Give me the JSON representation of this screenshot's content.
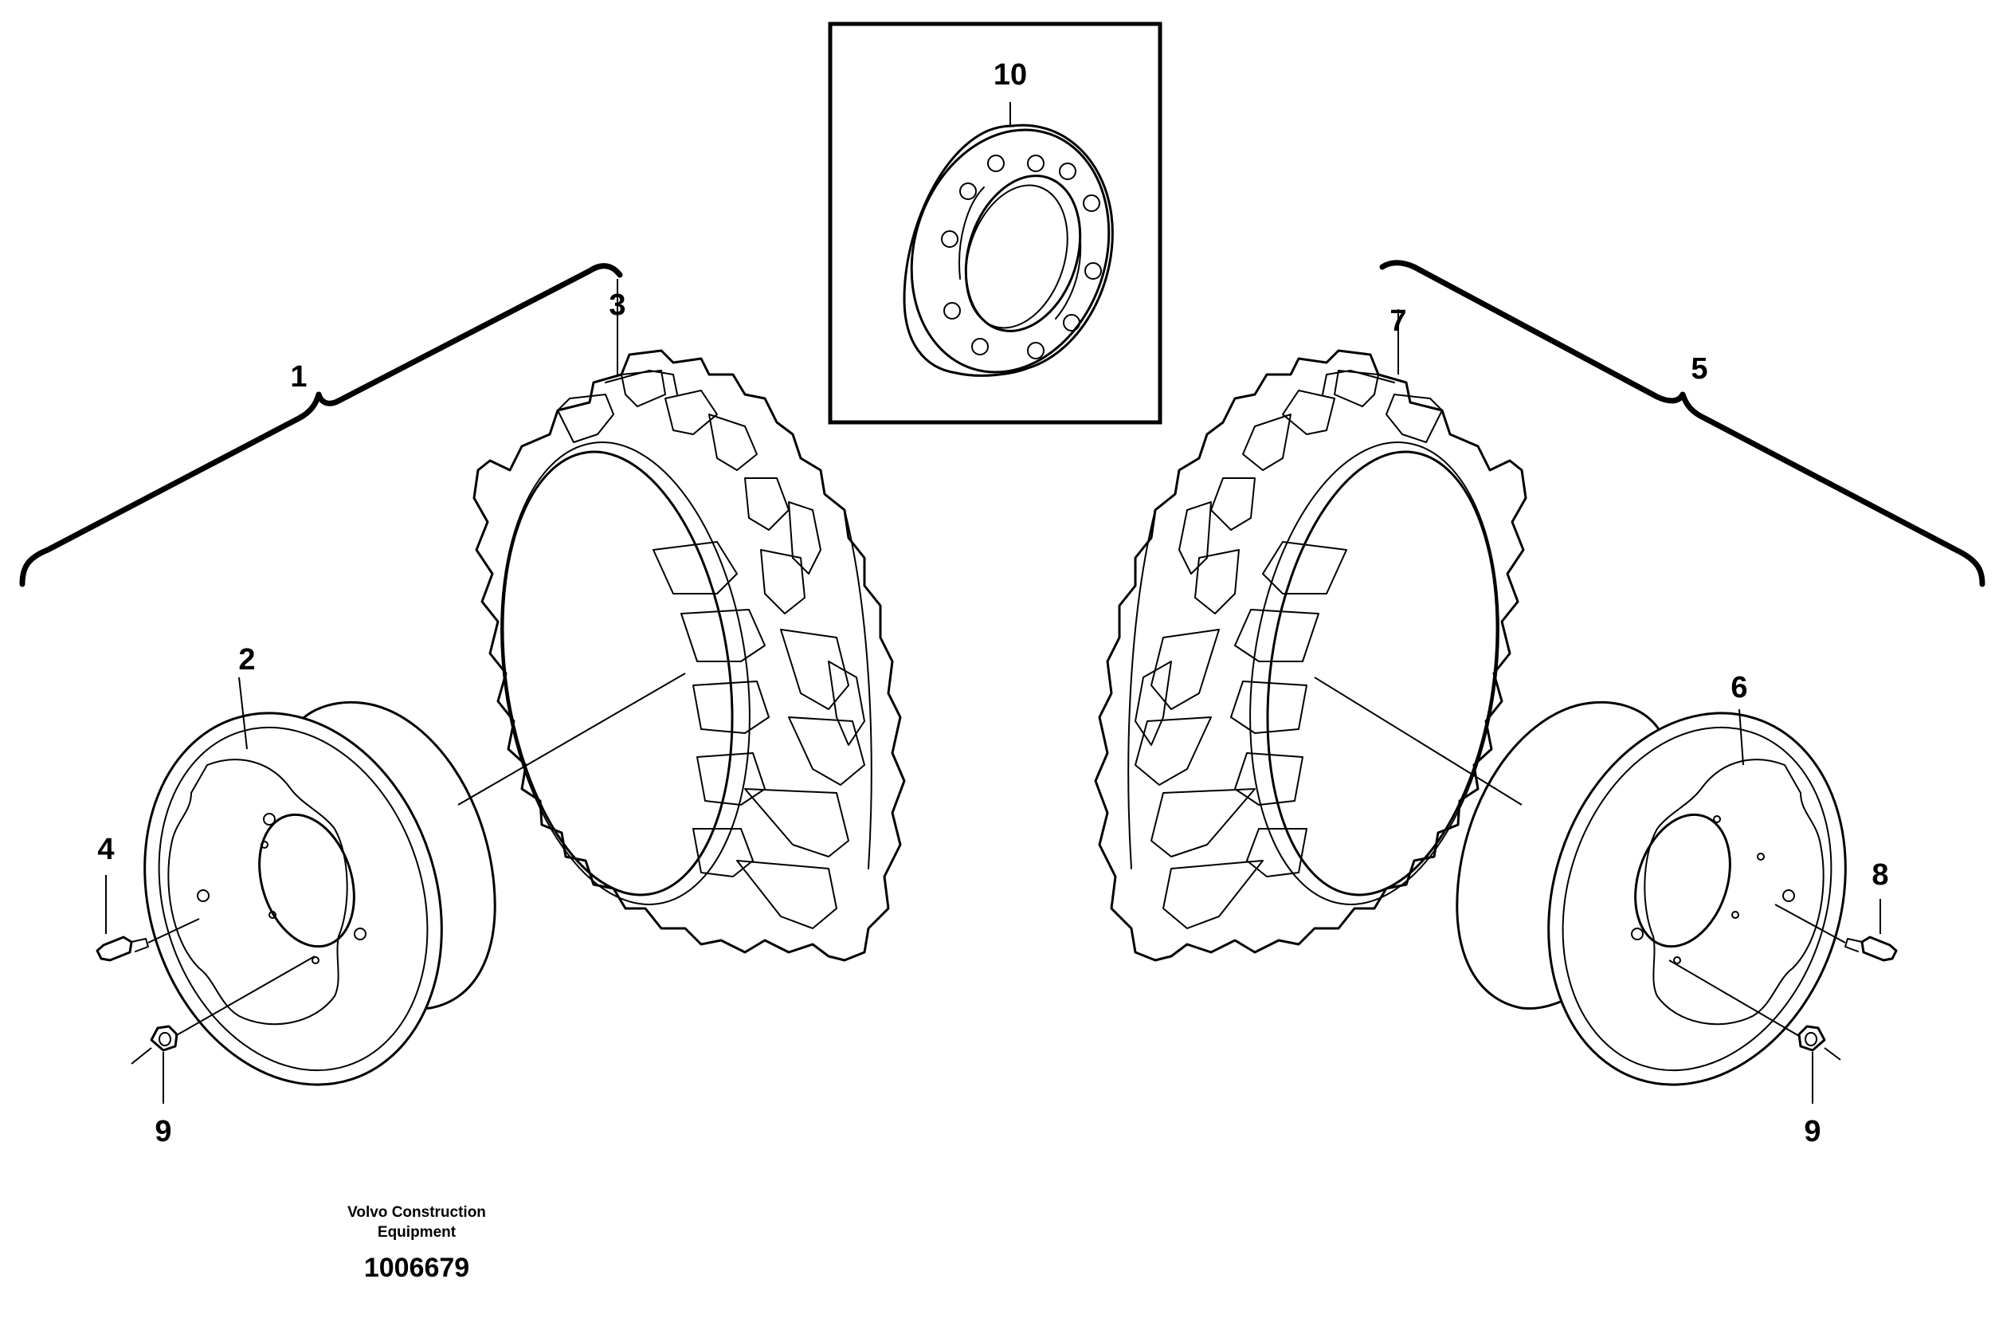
{
  "diagram": {
    "callouts": {
      "c1": "1",
      "c2": "2",
      "c3": "3",
      "c4": "4",
      "c5": "5",
      "c6": "6",
      "c7": "7",
      "c8": "8",
      "c9_left": "9",
      "c9_right": "9",
      "c10": "10"
    },
    "footer": {
      "caption_line1": "Volvo Construction",
      "caption_line2": "Equipment",
      "document_number": "1006679"
    }
  }
}
